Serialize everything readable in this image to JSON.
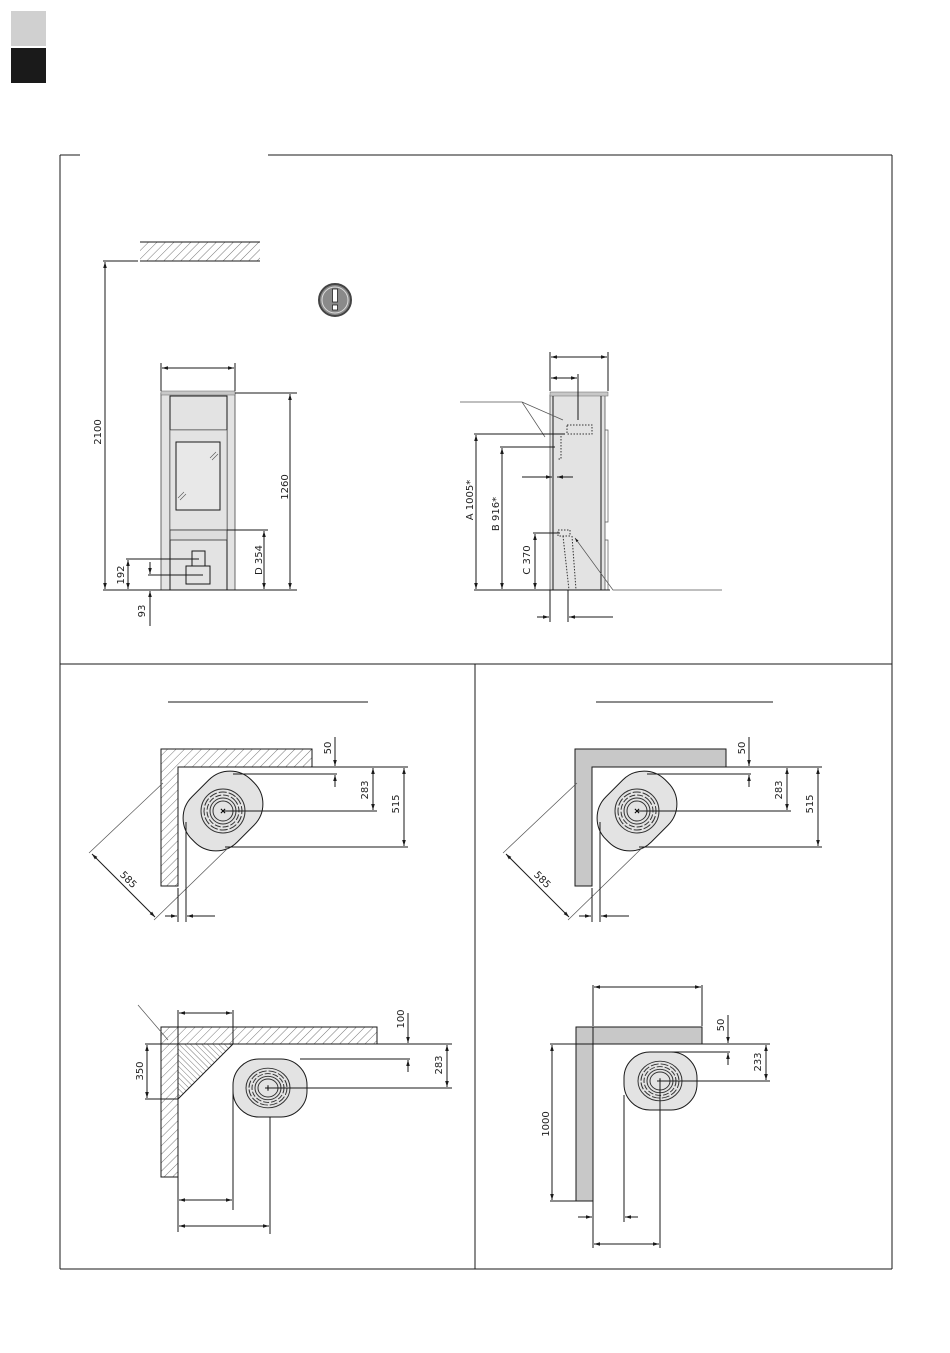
{
  "colors": {
    "line": "#1a1a1a",
    "stove_fill": "#e3e3e3",
    "wall_fill": "#c8c8c8",
    "tab_light": "#d0d0d0",
    "tab_dark": "#1a1a1a",
    "warning_icon": "#8a8a8a"
  },
  "front_view": {
    "ceiling_clearance": "2100",
    "height": "1260",
    "d_dim": "D 354",
    "dim_192": "192",
    "dim_93": "93"
  },
  "side_view": {
    "a_dim": "A 1005*",
    "b_dim": "B 916*",
    "c_dim": "C 370"
  },
  "corner_hatched": {
    "wall_gap": "50",
    "center_offset": "283",
    "depth": "515",
    "diagonal": "585"
  },
  "corner_gray": {
    "wall_gap": "50",
    "center_offset": "283",
    "depth": "515",
    "diagonal": "585"
  },
  "corner_protection": {
    "wall_gap": "100",
    "center_offset": "283",
    "triangle": "350"
  },
  "wall_gray": {
    "wall_gap": "50",
    "center_offset": "233",
    "wall_length": "1000"
  },
  "icons": {
    "warning": "exclamation-circle-icon"
  }
}
